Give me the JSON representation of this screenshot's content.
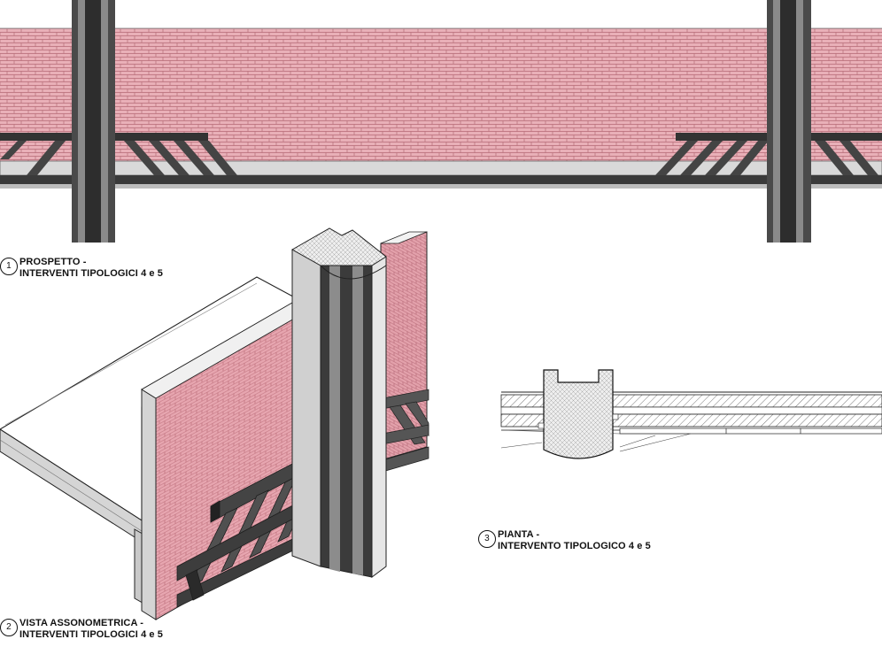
{
  "views": [
    {
      "number": "1",
      "line1": "PROSPETTO -",
      "line2": "INTERVENTI TIPOLOGICI 4 e 5"
    },
    {
      "number": "2",
      "line1": "VISTA ASSONOMETRICA -",
      "line2": "INTERVENTI TIPOLOGICI 4 e 5"
    },
    {
      "number": "3",
      "line1": "PIANTA -",
      "line2": "INTERVENTO TIPOLOGICO 4 e 5"
    }
  ],
  "colors": {
    "brick": "#e8a9b2",
    "mortar": "#c07c86",
    "steel": "#3c3c3c",
    "concrete": "#d6d6d6",
    "line": "#1a1a1a"
  }
}
